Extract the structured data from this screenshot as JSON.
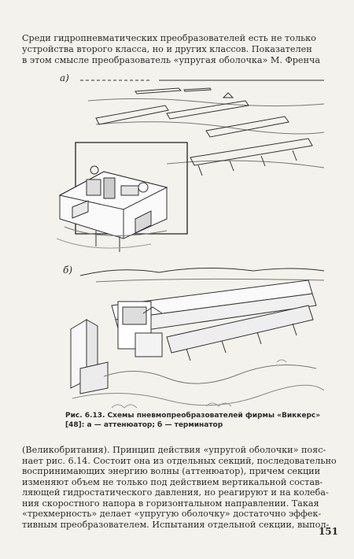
{
  "top_paragraph": [
    "Среди гидропневматических преобразователей есть не только",
    "устройства второго класса, но и других классов. Показателен",
    "в этом смысле преобразователь «упругая оболочка» М. Френча"
  ],
  "figure": {
    "label_a": "а)",
    "label_b": "б)"
  },
  "caption": [
    "Рис. 6.13. Схемы пневмопреобразователей фирмы «Виккерс»",
    "[48]: а — аттенюатор; б — терминатор"
  ],
  "bottom_paragraph": [
    "(Великобритания). Принцип действия «упругой оболочки» пояс-",
    "нает рис. 6.14. Состоит она из отдельных секций, последовательно",
    "воспринимающих энергию волны (аттенюатор), причем секции",
    "изменяют объем не только под действием вертикальной состав-",
    "ляющей гидростатического давления, но реагируют и на колеба-",
    "ния скоростного напора в горизонтальном направлении. Такая",
    "«трехмерность» делает «упругую оболочку» достаточно эффек-",
    "тивным преобразователем. Испытания отдельной секции, выпол-"
  ],
  "page_number": "151"
}
